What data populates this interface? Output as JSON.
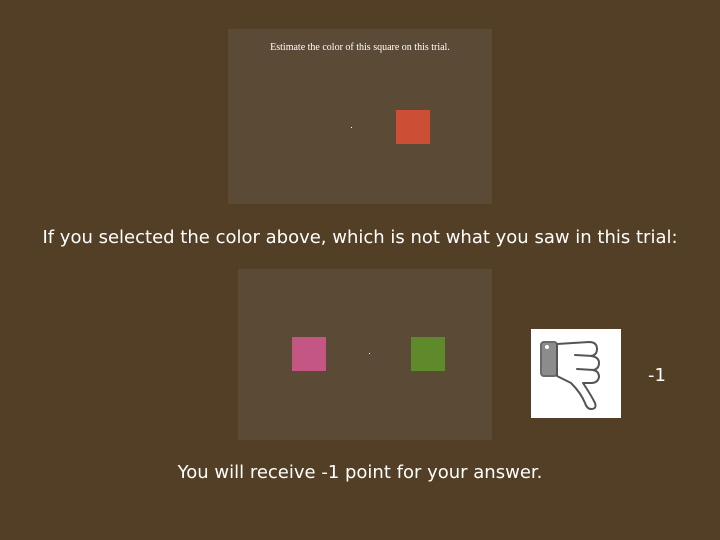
{
  "top_panel": {
    "instruction": "Estimate the color of this square on this trial.",
    "square_color": "#cc4e34"
  },
  "caption_1": "If you selected the color above, which is not what you saw in this trial:",
  "bottom_panel": {
    "left_square_color": "#c45683",
    "right_square_color": "#5e8a2b"
  },
  "feedback": {
    "icon": "thumbs-down-icon",
    "score": "-1"
  },
  "caption_2": "You will receive -1 point for your answer.",
  "colors": {
    "background": "#533f25",
    "panel": "#5b4a35",
    "text": "#ffffff"
  }
}
